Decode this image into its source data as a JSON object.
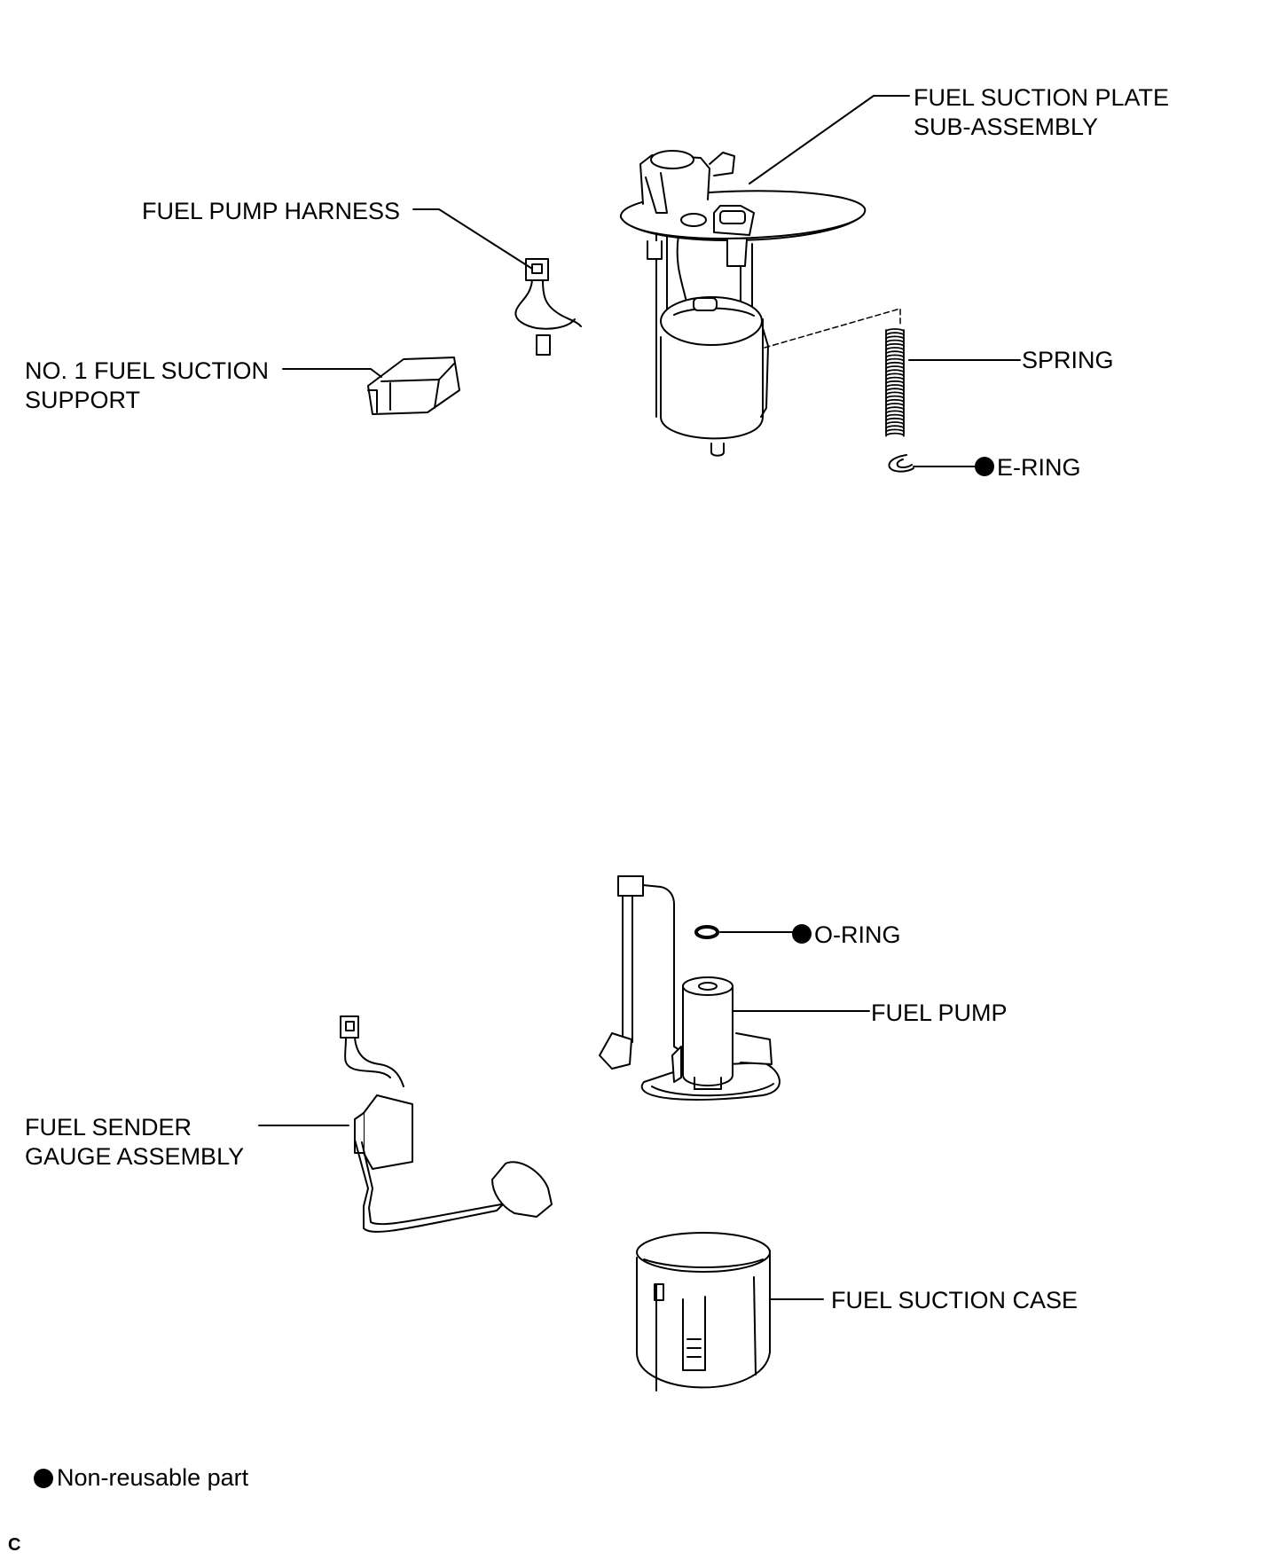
{
  "labels": {
    "plate": [
      "FUEL SUCTION PLATE",
      "SUB-ASSEMBLY"
    ],
    "harness": "FUEL PUMP HARNESS",
    "support": [
      "NO. 1 FUEL SUCTION",
      "SUPPORT"
    ],
    "spring": "SPRING",
    "ering": "E-RING",
    "oring": "O-RING",
    "fuel_pump": "FUEL PUMP",
    "sender": [
      "FUEL SENDER",
      "GAUGE ASSEMBLY"
    ],
    "case": "FUEL SUCTION CASE"
  },
  "legend": {
    "text": "Non-reusable part"
  },
  "corner_mark": "C"
}
